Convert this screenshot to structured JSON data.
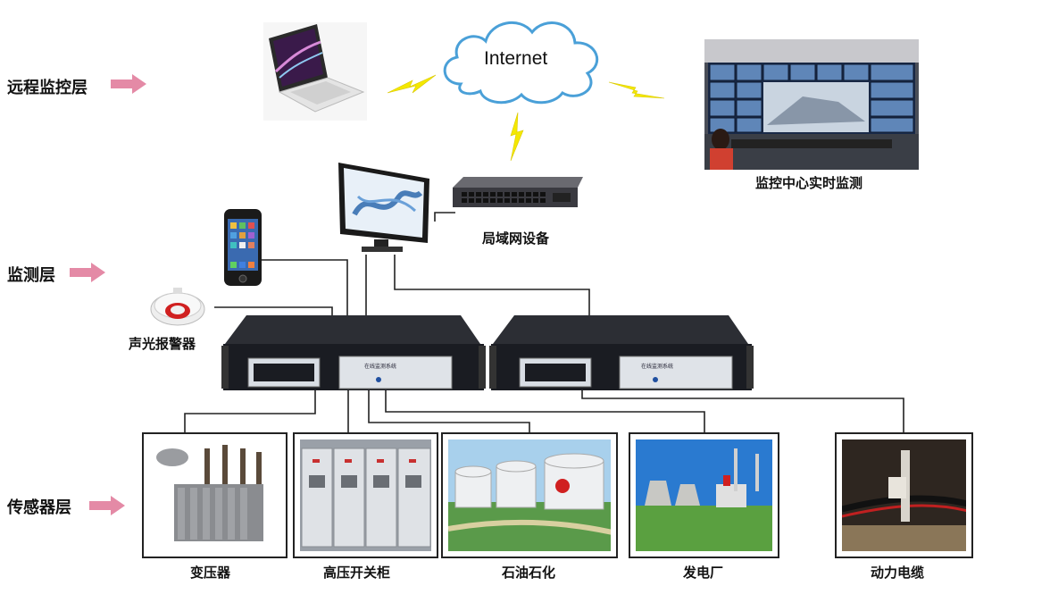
{
  "layers": {
    "remote": "远程监控层",
    "monitor": "监测层",
    "sensor": "传感器层"
  },
  "cloud": {
    "label": "Internet"
  },
  "devices": {
    "monitoring_center": "监控中心实时监测",
    "lan_device": "局域网设备",
    "alarm": "声光报警器",
    "unit_panel_1": "在线监测系统",
    "unit_panel_2": "在线监测系统"
  },
  "sensors": [
    {
      "label": "变压器"
    },
    {
      "label": "高压开关柜"
    },
    {
      "label": "石油石化"
    },
    {
      "label": "发电厂"
    },
    {
      "label": "动力电缆"
    }
  ],
  "colors": {
    "arrow": "#e48aa6",
    "bolt": "#f4e800",
    "line": "#222222",
    "cloud_stroke": "#4aa0d8"
  }
}
